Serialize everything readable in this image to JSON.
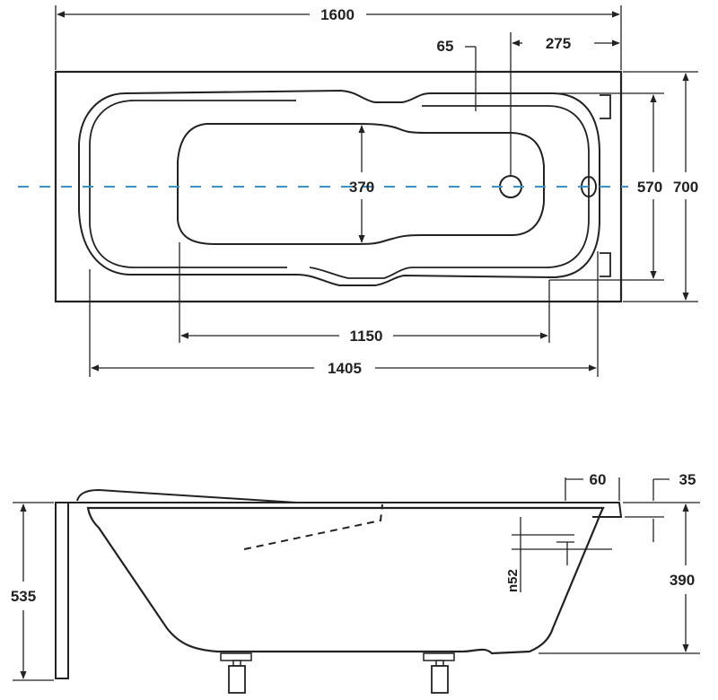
{
  "colors": {
    "line": "#222222",
    "axis": "#3b93c4",
    "background": "#ffffff"
  },
  "top_view": {
    "overall_length": "1600",
    "overall_width": "700",
    "inner_length": "1405",
    "floor_length": "1150",
    "floor_width": "370",
    "inner_width": "570",
    "overflow_offset": "65",
    "drain_offset": "275"
  },
  "side_view": {
    "total_height": "535",
    "depth": "390",
    "rim_width": "60",
    "rim_thickness": "35",
    "overflow_label": "n52"
  }
}
